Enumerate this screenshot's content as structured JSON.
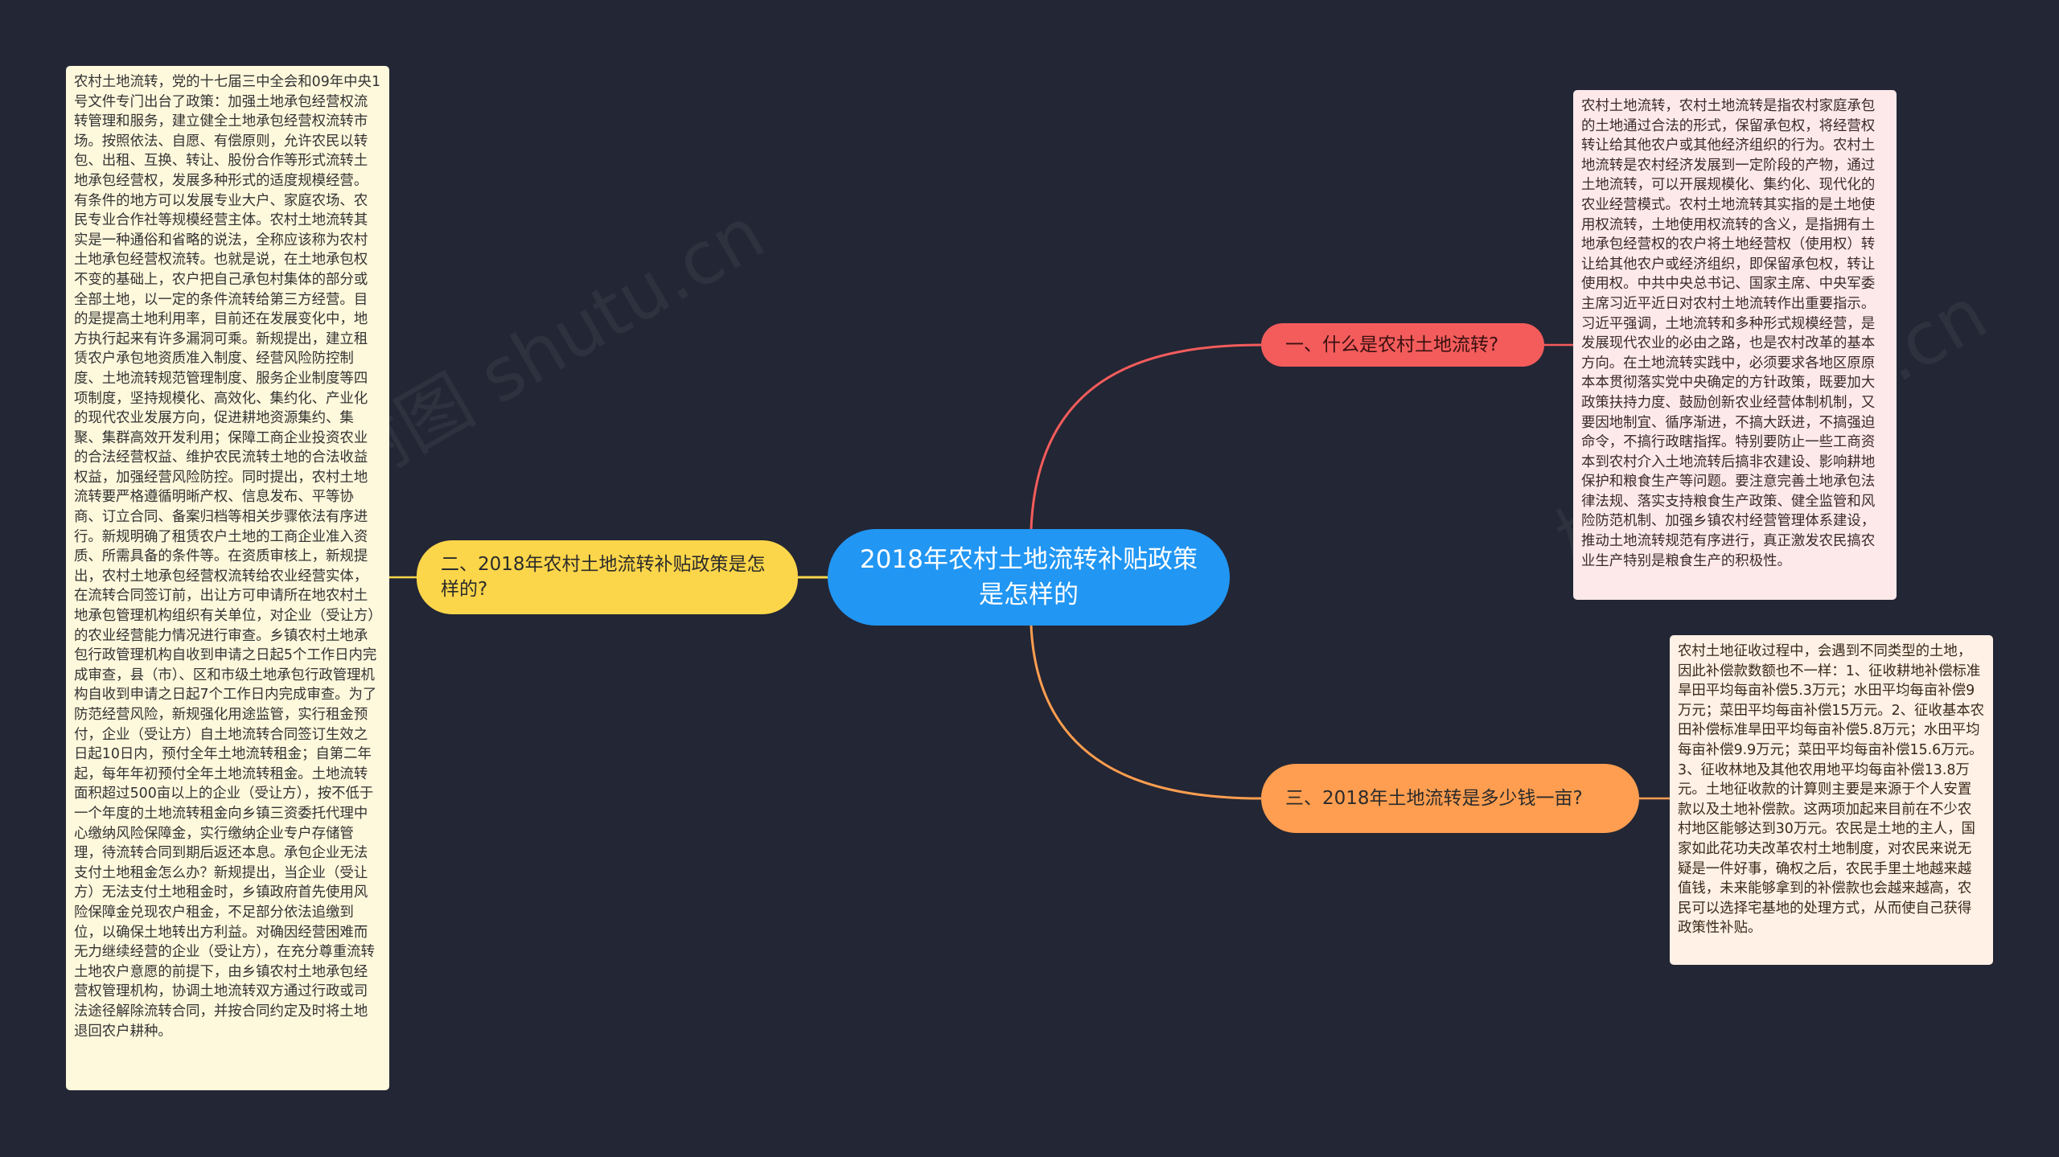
{
  "diagram": {
    "center": {
      "title": "2018年农村土地流转补贴政策是怎样的"
    },
    "branches": [
      {
        "id": "b1",
        "label": "一、什么是农村土地流转?",
        "color": "#f45c5c"
      },
      {
        "id": "b2",
        "label": "二、2018年农村土地流转补贴政策是怎样的?",
        "color": "#fcd64a"
      },
      {
        "id": "b3",
        "label": "三、2018年土地流转是多少钱一亩?",
        "color": "#ff9e50"
      }
    ],
    "notes": {
      "n1": "农村土地流转，农村土地流转是指农村家庭承包的土地通过合法的形式，保留承包权，将经营权转让给其他农户或其他经济组织的行为。农村土地流转是农村经济发展到一定阶段的产物，通过土地流转，可以开展规模化、集约化、现代化的农业经营模式。农村土地流转其实指的是土地使用权流转，土地使用权流转的含义，是指拥有土地承包经营权的农户将土地经营权（使用权）转让给其他农户或经济组织，即保留承包权，转让使用权。中共中央总书记、国家主席、中央军委主席习近平近日对农村土地流转作出重要指示。习近平强调，土地流转和多种形式规模经营，是发展现代农业的必由之路，也是农村改革的基本方向。在土地流转实践中，必须要求各地区原原本本贯彻落实党中央确定的方针政策，既要加大政策扶持力度、鼓励创新农业经营体制机制，又要因地制宜、循序渐进，不搞大跃进，不搞强迫命令，不搞行政瞎指挥。特别要防止一些工商资本到农村介入土地流转后搞非农建设、影响耕地保护和粮食生产等问题。要注意完善土地承包法律法规、落实支持粮食生产政策、健全监管和风险防范机制、加强乡镇农村经营管理体系建设，推动土地流转规范有序进行，真正激发农民搞农业生产特别是粮食生产的积极性。",
      "n2": "农村土地流转，党的十七届三中全会和09年中央1号文件专门出台了政策：加强土地承包经营权流转管理和服务，建立健全土地承包经营权流转市场。按照依法、自愿、有偿原则，允许农民以转包、出租、互换、转让、股份合作等形式流转土地承包经营权，发展多种形式的适度规模经营。有条件的地方可以发展专业大户、家庭农场、农民专业合作社等规模经营主体。农村土地流转其实是一种通俗和省略的说法，全称应该称为农村土地承包经营权流转。也就是说，在土地承包权不变的基础上，农户把自己承包村集体的部分或全部土地，以一定的条件流转给第三方经营。目的是提高土地利用率，目前还在发展变化中，地方执行起来有许多漏洞可乘。新规提出，建立租赁农户承包地资质准入制度、经营风险防控制度、土地流转规范管理制度、服务企业制度等四项制度，坚持规模化、高效化、集约化、产业化的现代农业发展方向，促进耕地资源集约、集聚、集群高效开发利用；保障工商企业投资农业的合法经营权益、维护农民流转土地的合法收益权益，加强经营风险防控。同时提出，农村土地流转要严格遵循明晰产权、信息发布、平等协商、订立合同、备案归档等相关步骤依法有序进行。新规明确了租赁农户土地的工商企业准入资质、所需具备的条件等。在资质审核上，新规提出，农村土地承包经营权流转给农业经营实体，在流转合同签订前，出让方可申请所在地农村土地承包管理机构组织有关单位，对企业（受让方）的农业经营能力情况进行审查。乡镇农村土地承包行政管理机构自收到申请之日起5个工作日内完成审查，县（市）、区和市级土地承包行政管理机构自收到申请之日起7个工作日内完成审查。为了防范经营风险，新规强化用途监管，实行租金预付，企业（受让方）自土地流转合同签订生效之日起10日内，预付全年土地流转租金；自第二年起，每年年初预付全年土地流转租金。土地流转面积超过500亩以上的企业（受让方），按不低于一个年度的土地流转租金向乡镇三资委托代理中心缴纳风险保障金，实行缴纳企业专户存储管理，待流转合同到期后返还本息。承包企业无法支付土地租金怎么办？新规提出，当企业（受让方）无法支付土地租金时，乡镇政府首先使用风险保障金兑现农户租金，不足部分依法追缴到位，以确保土地转出方利益。对确因经营困难而无力继续经营的企业（受让方），在充分尊重流转土地农户意愿的前提下，由乡镇农村土地承包经营权管理机构，协调土地流转双方通过行政或司法途径解除流转合同，并按合同约定及时将土地退回农户耕种。",
      "n3": "农村土地征收过程中，会遇到不同类型的土地，因此补偿款数额也不一样：1、征收耕地补偿标准旱田平均每亩补偿5.3万元；水田平均每亩补偿9万元；菜田平均每亩补偿15万元。2、征收基本农田补偿标准旱田平均每亩补偿5.8万元；水田平均每亩补偿9.9万元；菜田平均每亩补偿15.6万元。3、征收林地及其他农用地平均每亩补偿13.8万元。土地征收款的计算则主要是来源于个人安置款以及土地补偿款。这两项加起来目前在不少农村地区能够达到30万元。农民是土地的主人，国家如此花功夫改革农村土地制度，对农民来说无疑是一件好事，确权之后，农民手里土地越来越值钱，未来能够拿到的补偿款也会越来越高，农民可以选择宅基地的处理方式，从而使自己获得政策性补贴。"
    },
    "watermark": "树图 shutu.cn"
  }
}
